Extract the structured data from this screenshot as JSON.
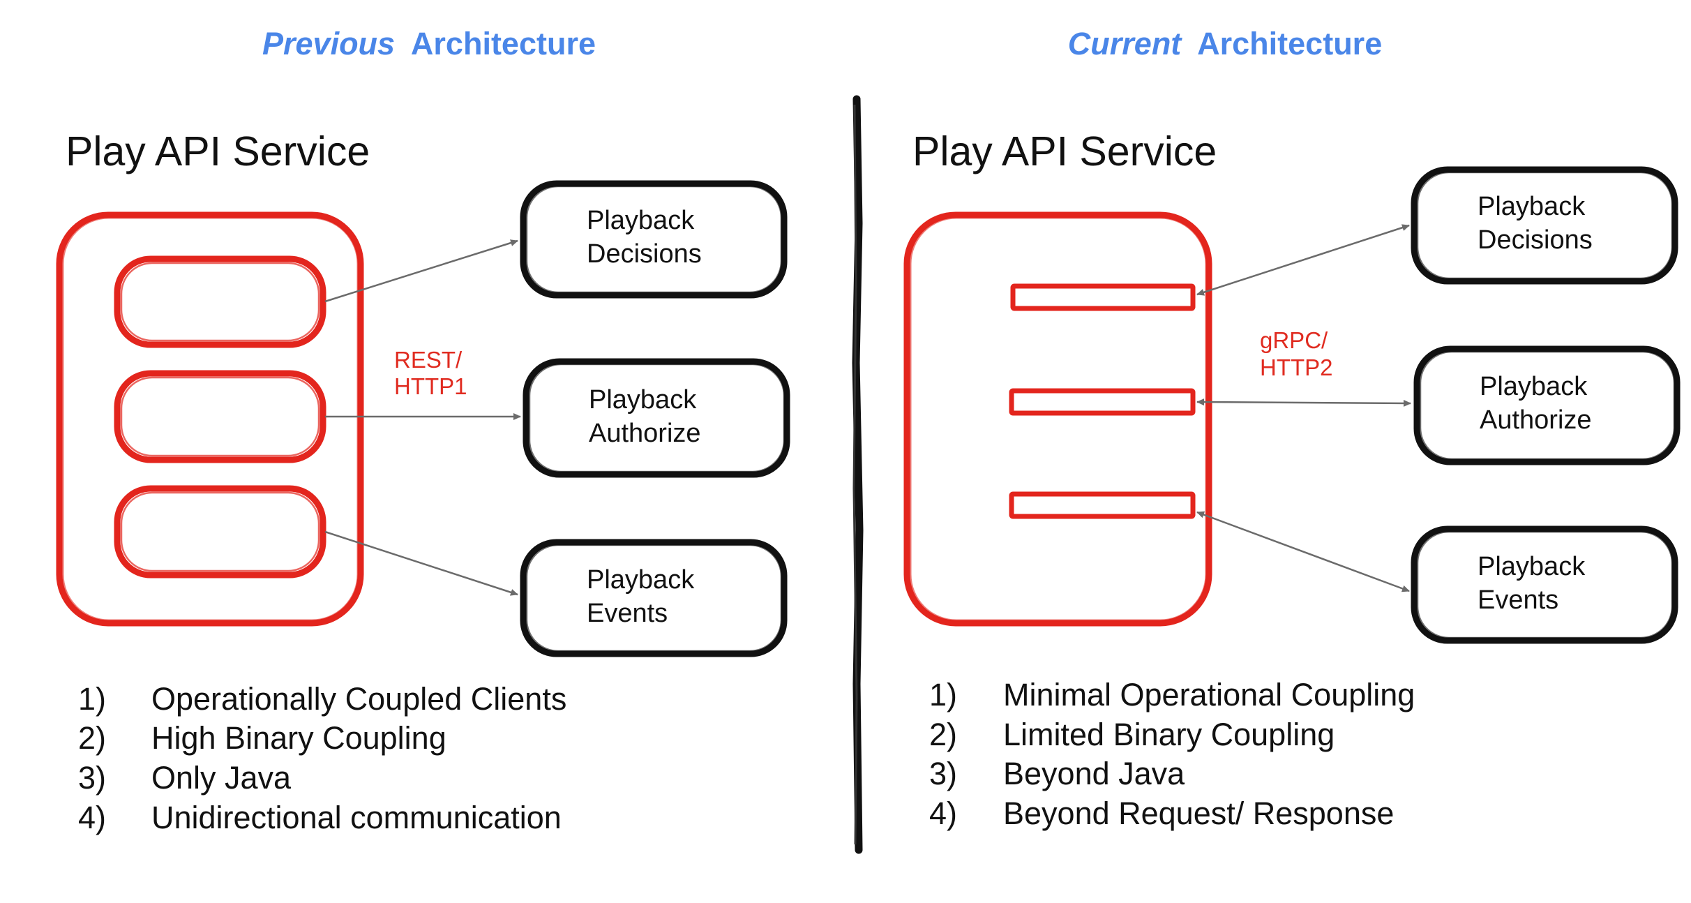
{
  "previous": {
    "heading_emphasis": "Previous",
    "heading_rest": "Architecture",
    "service_title": "Play API Service",
    "protocol_line1": "REST/",
    "protocol_line2": "HTTP1",
    "services": [
      {
        "line1": "Playback",
        "line2": "Decisions"
      },
      {
        "line1": "Playback",
        "line2": "Authorize"
      },
      {
        "line1": "Playback",
        "line2": "Events"
      }
    ],
    "list": [
      {
        "num": "1)",
        "text": "Operationally Coupled Clients"
      },
      {
        "num": "2)",
        "text": "High Binary Coupling"
      },
      {
        "num": "3)",
        "text": "Only Java"
      },
      {
        "num": "4)",
        "text": "Unidirectional communication"
      }
    ]
  },
  "current": {
    "heading_emphasis": "Current",
    "heading_rest": "Architecture",
    "service_title": "Play API Service",
    "protocol_line1": "gRPC/",
    "protocol_line2": "HTTP2",
    "services": [
      {
        "line1": "Playback",
        "line2": "Decisions"
      },
      {
        "line1": "Playback",
        "line2": "Authorize"
      },
      {
        "line1": "Playback",
        "line2": "Events"
      }
    ],
    "list": [
      {
        "num": "1)",
        "text": "Minimal Operational Coupling"
      },
      {
        "num": "2)",
        "text": "Limited Binary Coupling"
      },
      {
        "num": "3)",
        "text": "Beyond Java"
      },
      {
        "num": "4)",
        "text": "Beyond Request/ Response"
      }
    ]
  },
  "colors": {
    "heading": "#4a86e8",
    "red_outline": "#e3251d",
    "protocol_text": "#e02b20",
    "black_outline": "#111111",
    "arrow": "#6b6b6b"
  }
}
